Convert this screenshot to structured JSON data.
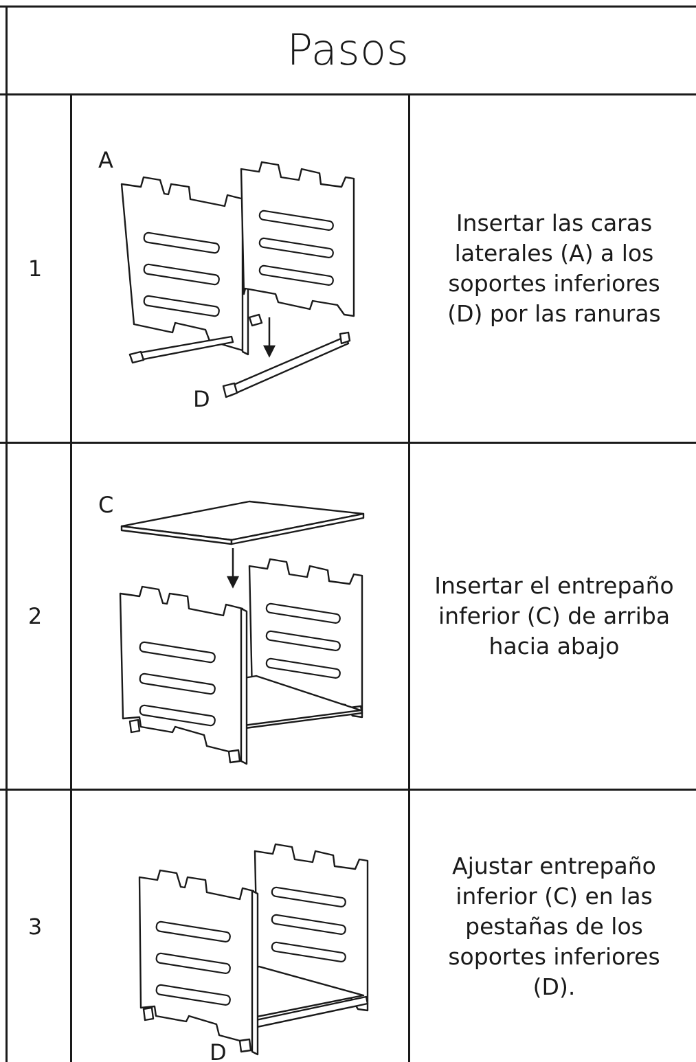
{
  "header": {
    "title": "Pasos"
  },
  "steps": [
    {
      "number": "1",
      "text": "Insertar las caras\nlaterales (A) a los\nsoportes inferiores\n(D) por las ranuras",
      "labels": [
        "A",
        "D"
      ]
    },
    {
      "number": "2",
      "text": "Insertar el entrepaño\ninferior (C)  de arriba\nhacia abajo",
      "labels": [
        "C"
      ]
    },
    {
      "number": "3",
      "text": "Ajustar entrepaño\ninferior (C) en las\npestañas de los\nsoportes inferiores\n(D).",
      "labels": [
        "D"
      ]
    }
  ]
}
